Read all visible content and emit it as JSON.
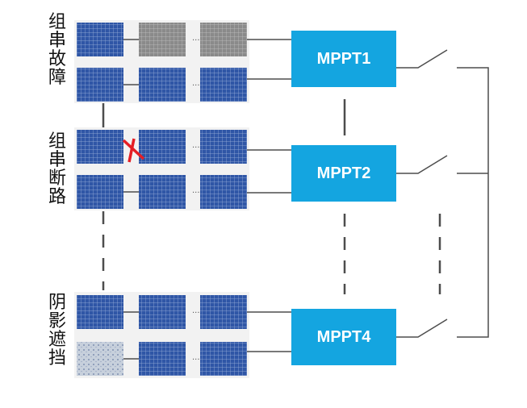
{
  "groups": [
    {
      "id": "string-fault",
      "label": [
        "组",
        "串",
        "故",
        "障"
      ]
    },
    {
      "id": "string-open",
      "label": [
        "组",
        "串",
        "断",
        "路"
      ]
    },
    {
      "id": "shading",
      "label": [
        "阴",
        "影",
        "遮",
        "挡"
      ]
    }
  ],
  "mppts": [
    "MPPT1",
    "MPPT2",
    "MPPT4"
  ],
  "ellipsis": "···",
  "colors": {
    "mppt_fill": "#14a5e0",
    "panel_blue": "#2f56a6",
    "panel_gray": "#8a8a8a",
    "panel_shaded": "#c7d0dc",
    "fault_mark": "#e41e25",
    "wire": "#4d4d4d"
  },
  "panel_states": {
    "string-fault_row1": [
      "normal",
      "faulty",
      "faulty"
    ],
    "string-fault_row2": [
      "normal",
      "normal",
      "normal"
    ],
    "string-open_row1": [
      "normal-broken",
      "normal",
      "normal"
    ],
    "string-open_row2": [
      "normal",
      "normal",
      "normal"
    ],
    "shading_row1": [
      "normal",
      "normal",
      "normal"
    ],
    "shading_row2": [
      "shaded",
      "normal",
      "normal"
    ]
  }
}
